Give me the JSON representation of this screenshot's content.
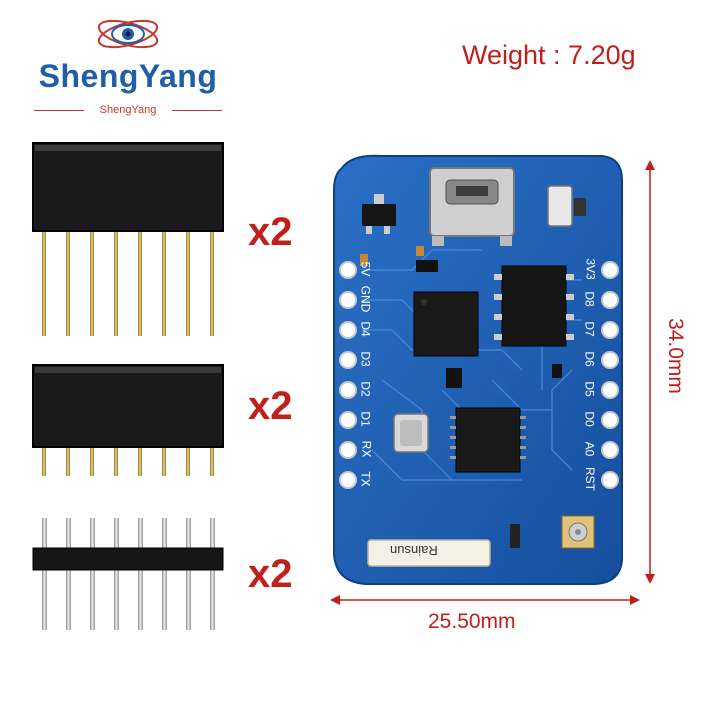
{
  "brand": {
    "name": "ShengYang",
    "tagline": "ShengYang"
  },
  "weight_text": "Weight : 7.20g",
  "quantities": [
    "x2",
    "x2",
    "x2"
  ],
  "dimensions": {
    "width": "25.50mm",
    "height": "34.0mm"
  },
  "board": {
    "left_pins": [
      "5V",
      "GND",
      "D4",
      "D3",
      "D2",
      "D1",
      "RX",
      "TX"
    ],
    "right_pins": [
      "3V3",
      "D8",
      "D7",
      "D6",
      "D5",
      "D0",
      "A0",
      "RST"
    ],
    "antenna_label": "Rainsun"
  },
  "colors": {
    "pcb": "#1f63b8",
    "accent_red": "#c0201b",
    "brand_blue": "#1f5fa8"
  }
}
